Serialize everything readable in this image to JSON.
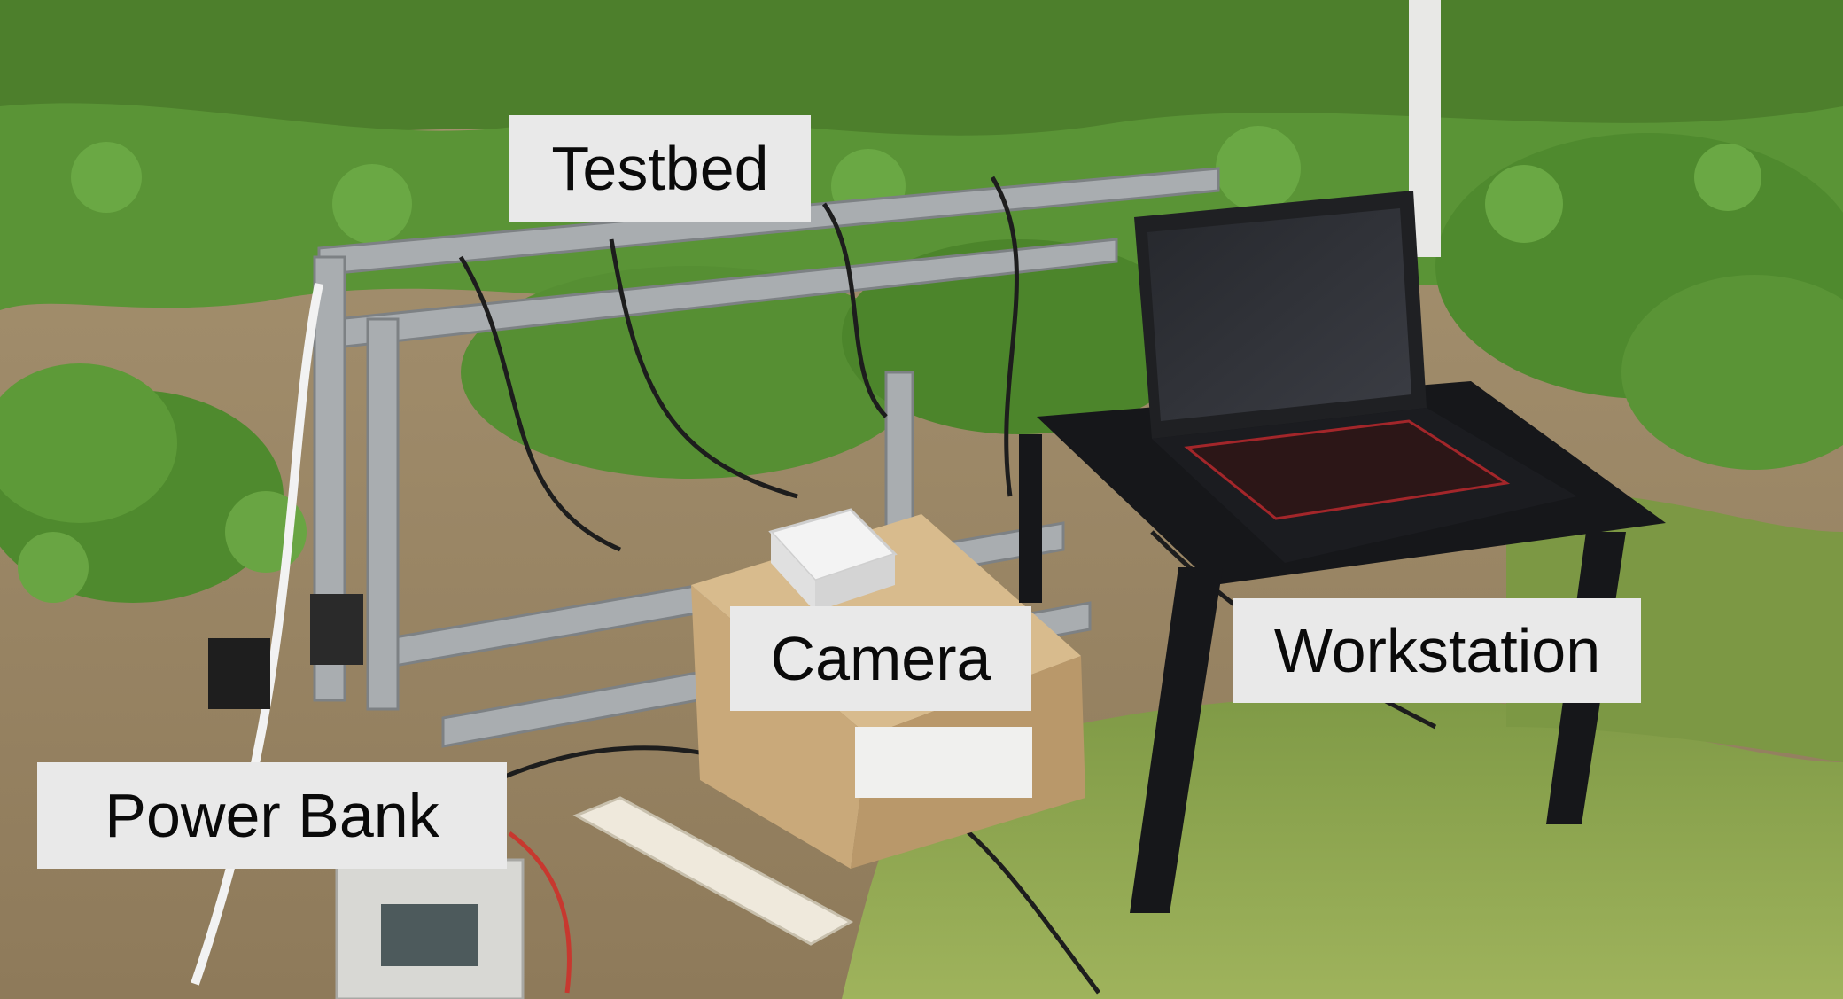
{
  "labels": {
    "testbed": "Testbed",
    "camera": "Camera",
    "workstation": "Workstation",
    "power_bank": "Power Bank"
  },
  "colors": {
    "label_background": "#e9e9e9",
    "label_text": "#0a0a0a",
    "soil": "#b39b78",
    "foliage": "#4f8a2e",
    "grass": "#8aa24c",
    "aluminum_frame": "#a9adb0",
    "laptop_body": "#1f2023",
    "cardboard_box": "#c9a97a"
  }
}
